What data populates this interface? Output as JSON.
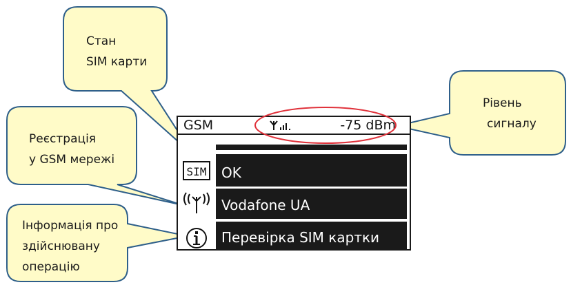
{
  "lcd": {
    "title": "GSM",
    "signal_dbm": "-75 dBm",
    "signal_icon": "antenna-signal-bars-icon",
    "rows": [
      {
        "icon": "sim-card-icon",
        "text": "OK"
      },
      {
        "icon": "gsm-antenna-icon",
        "text": "Vodafone UA"
      },
      {
        "icon": "info-icon",
        "text": "Перевірка SIM картки"
      }
    ]
  },
  "callouts": {
    "sim_state": {
      "line1": "Стан",
      "line2": "SIM карти"
    },
    "signal_level": {
      "line1": "Рівень",
      "line2": "сигналу"
    },
    "gsm_registration": {
      "line1": "Реєстрація",
      "line2": "у GSM мережі"
    },
    "operation_info": {
      "line1": "Інформація про",
      "line2": "здійснювану",
      "line3": "операцію"
    }
  },
  "colors": {
    "callout_fill": "#FFFBC8",
    "callout_border": "#2E5F8A",
    "highlight_ellipse": "#E0323B",
    "lcd_bar": "#1A1A1A"
  }
}
